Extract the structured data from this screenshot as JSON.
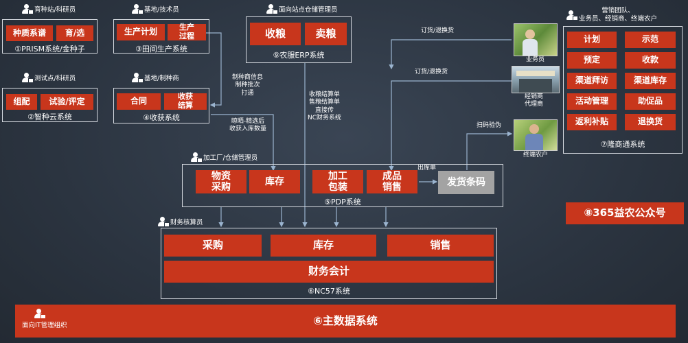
{
  "roles": {
    "breeding": "育种站/科研员",
    "base_tech": "基地/技术员",
    "station_mgr": "面向站点仓储管理员",
    "marketing": "营销团队、\n业务员、经销商、终端农户",
    "test": "测试点/科研员",
    "base_seed": "基地/制种商",
    "factory": "加工厂/仓储管理员",
    "finance": "财务核算员",
    "it": "面向IT管理组织"
  },
  "prism": {
    "btn1": "种质系谱",
    "btn2": "育/选",
    "caption": "①PRISM系统/金种子"
  },
  "field": {
    "btn1": "生产计划",
    "btn2": "生产\n过程",
    "caption": "③田间生产系统"
  },
  "erp": {
    "btn1": "收粮",
    "btn2": "卖粮",
    "caption": "⑨农服ERP系统"
  },
  "zhizhong": {
    "btn1": "组配",
    "btn2": "试验/评定",
    "caption": "②智种云系统"
  },
  "harvest": {
    "btn1": "合同",
    "btn2": "收获\n结算",
    "caption": "④收获系统"
  },
  "longshang": {
    "items": [
      "计划",
      "示范",
      "预定",
      "收款",
      "渠道拜访",
      "渠道库存",
      "活动管理",
      "助促品",
      "返利补贴",
      "退换货"
    ],
    "caption": "⑦隆商通系统"
  },
  "pdp": {
    "btn1": "物资\n采购",
    "btn2": "库存",
    "btn3": "加工\n包装",
    "btn4": "成品\n销售",
    "btn5": "发货条码",
    "caption": "⑤PDP系统"
  },
  "nc": {
    "btn1": "采购",
    "btn2": "库存",
    "btn3": "销售",
    "btn4": "财务会计",
    "caption": "⑥NC57系统"
  },
  "wechat": "⑧365益农公众号",
  "master": "⑥主数据系统",
  "notes": {
    "order1": "订货/退换货",
    "order2": "订货/退换货",
    "seedmsg": "制种商信息\n制种批次\n打通",
    "settle": "收粮结算单\n售粮结算单\n直接传\nNC财务系统",
    "dry": "晾晒-精选后\n收获入库数量",
    "scan": "扫码验伪",
    "outbound": "出库单"
  },
  "people": {
    "salesman": "业务员",
    "dealer": "经销商\n代理商",
    "farmer": "终端农户"
  },
  "colors": {
    "accent": "#c8361c",
    "grey_btn": "#a3a3a3",
    "line": "#9bb4cf"
  }
}
